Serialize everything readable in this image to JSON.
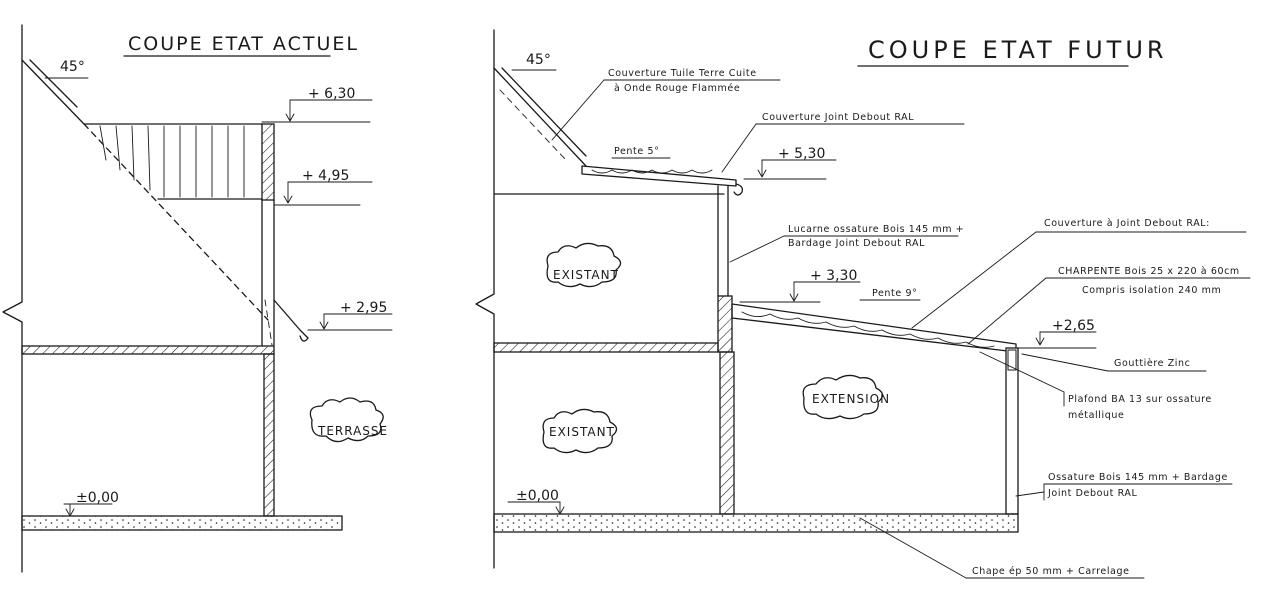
{
  "left": {
    "title": "COUPE ETAT ACTUEL",
    "roof_angle": "45°",
    "levels": [
      "+ 6,30",
      "+ 4,95",
      "+ 2,95",
      "±0,00"
    ],
    "room": "TERRASSE"
  },
  "right": {
    "title": "COUPE ETAT FUTUR",
    "roof_angle": "45°",
    "levels": [
      "+ 5,30",
      "+ 3,30",
      "+2,65",
      "±0,00"
    ],
    "slopes": [
      "Pente 5°",
      "Pente 9°"
    ],
    "rooms": [
      "EXISTANT",
      "EXISTANT",
      "EXTENSION"
    ],
    "annotations": [
      "Couverture Tuile Terre Cuite",
      "à Onde Rouge Flammée",
      "Couverture Joint Debout RAL",
      "Lucarne ossature Bois 145 mm +",
      "Bardage Joint Debout RAL",
      "Couverture à Joint Debout RAL:",
      "CHARPENTE Bois 25 x 220 à 60cm",
      "Compris isolation 240 mm",
      "Gouttière Zinc",
      "Plafond BA 13 sur ossature",
      "métallique",
      "Ossature Bois 145 mm + Bardage",
      "Joint Debout RAL",
      "Chape ép 50 mm + Carrelage"
    ]
  }
}
